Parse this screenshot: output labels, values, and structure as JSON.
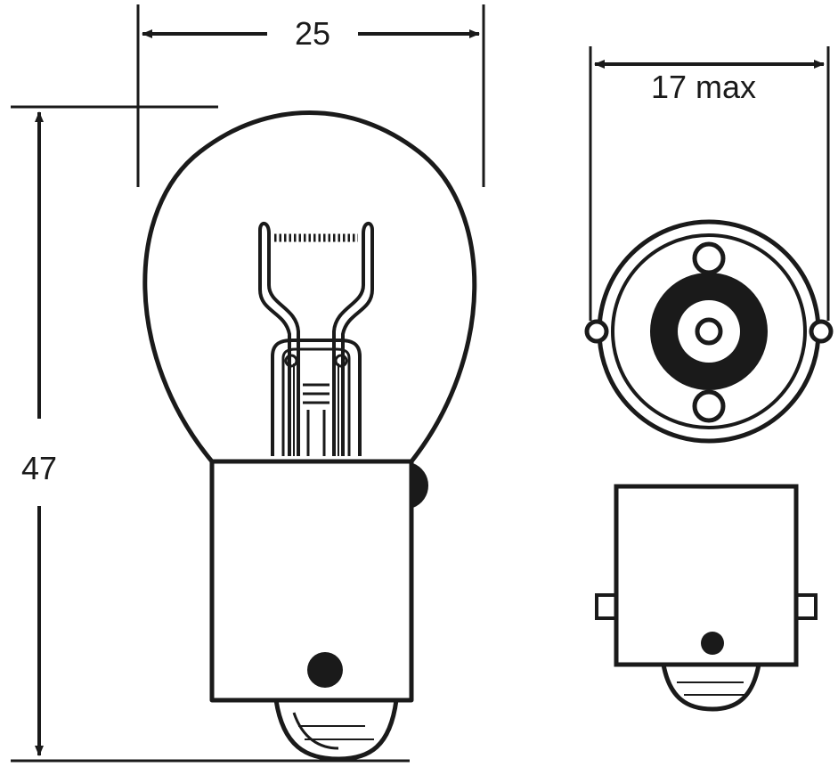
{
  "dimensions": {
    "width_label": "25",
    "height_label": "47",
    "base_diameter_label": "17 max"
  },
  "colors": {
    "line": "#1a1a1a",
    "background": "#ffffff"
  }
}
